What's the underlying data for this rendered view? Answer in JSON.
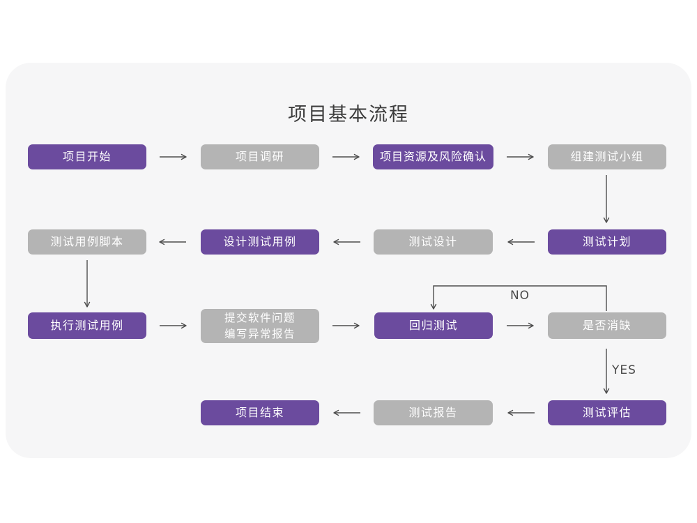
{
  "title": "项目基本流程",
  "colors": {
    "purple": "#6B4B9E",
    "gray": "#B4B4B4",
    "box_text": "#FFFFFF",
    "arrow": "#4D4D4D",
    "label_text": "#4A4A4A",
    "card_bg": "#F6F6F7",
    "page_bg": "#FFFFFF",
    "title_text": "#3C3C3C"
  },
  "nodes": [
    {
      "id": "project-start",
      "label": "项目开始",
      "variant": "purple"
    },
    {
      "id": "project-research",
      "label": "项目调研",
      "variant": "gray"
    },
    {
      "id": "resources-risk-confirm",
      "label": "项目资源及风险确认",
      "variant": "purple"
    },
    {
      "id": "build-test-team",
      "label": "组建测试小组",
      "variant": "gray"
    },
    {
      "id": "test-plan",
      "label": "测试计划",
      "variant": "purple"
    },
    {
      "id": "test-design",
      "label": "测试设计",
      "variant": "gray"
    },
    {
      "id": "design-test-cases",
      "label": "设计测试用例",
      "variant": "purple"
    },
    {
      "id": "test-case-script",
      "label": "测试用例脚本",
      "variant": "gray"
    },
    {
      "id": "execute-test-cases",
      "label": "执行测试用例",
      "variant": "purple"
    },
    {
      "id": "submit-issue-report",
      "lines": [
        "提交软件问题",
        "编写异常报告"
      ],
      "variant": "gray"
    },
    {
      "id": "regression-test",
      "label": "回归测试",
      "variant": "purple"
    },
    {
      "id": "defect-cleared",
      "label": "是否消缺",
      "variant": "gray"
    },
    {
      "id": "test-evaluation",
      "label": "测试评估",
      "variant": "purple"
    },
    {
      "id": "test-report",
      "label": "测试报告",
      "variant": "gray"
    },
    {
      "id": "project-end",
      "label": "项目结束",
      "variant": "purple"
    }
  ],
  "edges": [
    {
      "from": "project-start",
      "to": "project-research",
      "label": ""
    },
    {
      "from": "project-research",
      "to": "resources-risk-confirm",
      "label": ""
    },
    {
      "from": "resources-risk-confirm",
      "to": "build-test-team",
      "label": ""
    },
    {
      "from": "build-test-team",
      "to": "test-plan",
      "label": ""
    },
    {
      "from": "test-plan",
      "to": "test-design",
      "label": ""
    },
    {
      "from": "test-design",
      "to": "design-test-cases",
      "label": ""
    },
    {
      "from": "design-test-cases",
      "to": "test-case-script",
      "label": ""
    },
    {
      "from": "test-case-script",
      "to": "execute-test-cases",
      "label": ""
    },
    {
      "from": "execute-test-cases",
      "to": "submit-issue-report",
      "label": ""
    },
    {
      "from": "submit-issue-report",
      "to": "regression-test",
      "label": ""
    },
    {
      "from": "regression-test",
      "to": "defect-cleared",
      "label": ""
    },
    {
      "from": "defect-cleared",
      "to": "regression-test",
      "label": "NO"
    },
    {
      "from": "defect-cleared",
      "to": "test-evaluation",
      "label": "YES"
    },
    {
      "from": "test-evaluation",
      "to": "test-report",
      "label": ""
    },
    {
      "from": "test-report",
      "to": "project-end",
      "label": ""
    }
  ]
}
